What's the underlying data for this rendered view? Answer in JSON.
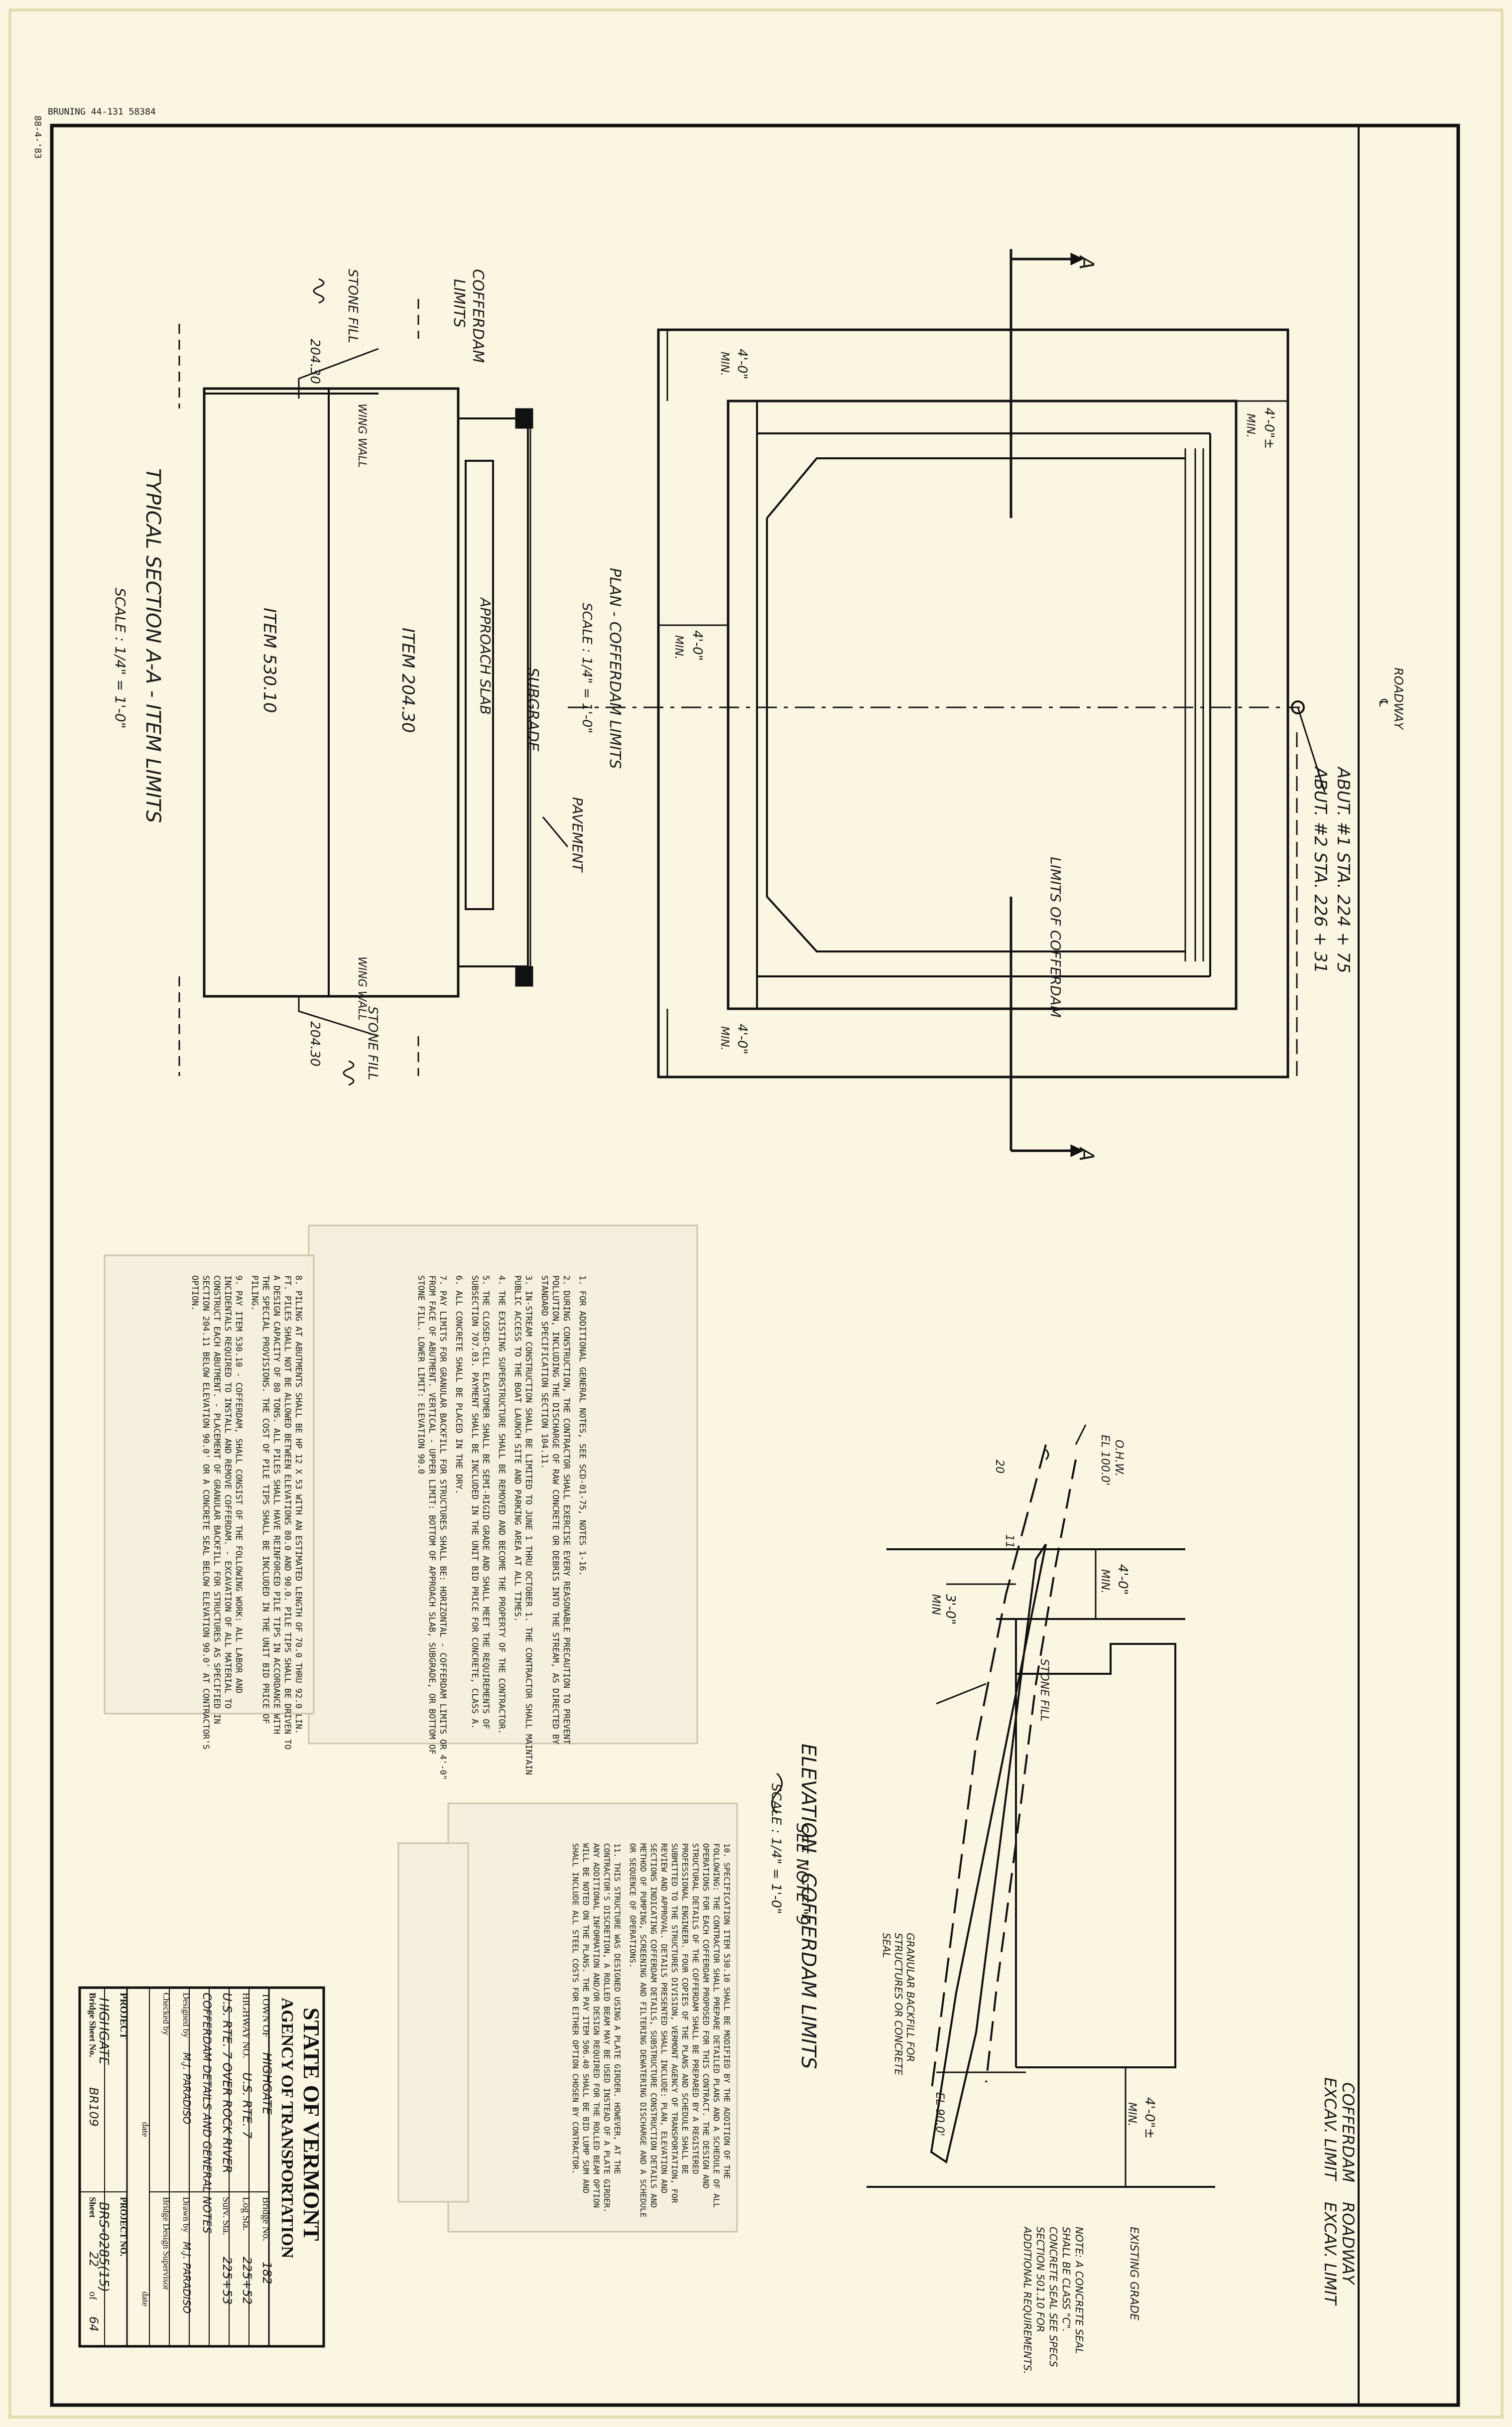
{
  "header": {
    "stamp": "BRUNING 44-131 58384",
    "side_code": "88-4-'83"
  },
  "plan": {
    "title": "PLAN - COFFERDAM LIMITS",
    "scale": "SCALE : 1/4\" = 1'-0\"",
    "roadway_label": "ROADWAY",
    "roadway_cl": "℄",
    "abut1": "ABUT. #1 STA. 224 + 75",
    "abut2": "ABUT. #2 STA. 226 + 31",
    "section_mark": "A",
    "dim_top_left": "4'-0\"",
    "dim_top_left_min": "MIN.",
    "dim_top_right": "4'-0\"±",
    "dim_top_right_min": "MIN.",
    "dim_mid": "4'-0\"",
    "dim_mid_min": "MIN.",
    "dim_bottom": "4'-0\"",
    "dim_bottom_min": "MIN.",
    "limits_label": "LIMITS OF COFFERDAM"
  },
  "section": {
    "title": "TYPICAL SECTION A-A - ITEM LIMITS",
    "scale": "SCALE : 1/4\" = 1'-0\"",
    "cofferdam": "COFFERDAM",
    "limits": "LIMITS",
    "stone_fill": "STONE FILL",
    "wing_wall": "WING WALL",
    "item_204": "204.30",
    "pavement": "PAVEMENT",
    "subgrade": "SUBGRADE",
    "approach_slab": "APPROACH SLAB",
    "item_20430": "ITEM 204.30",
    "item_53010": "ITEM 530.10"
  },
  "elevation": {
    "title": "ELEVATION - COFFERDAM LIMITS",
    "scale": "SCALE : 1/4\" = 1'-0\"",
    "cofferdam_excav": "COFFERDAM",
    "excav_limit": "EXCAV. LIMIT",
    "roadway_excav": "ROADWAY",
    "roadway_excav_limit": "EXCAV. LIMIT",
    "ohw": "O.H.W.",
    "ohw_el": "EL 100.0'",
    "dim_4_min": "4'-0\"",
    "dim_4_min_label": "MIN.",
    "dim_3_min": "3'-0\"",
    "dim_3_min_label": "MIN",
    "stone_fill": "STONE FILL",
    "see_note": "SEE NOTE \"9",
    "granular": "GRANULAR BACKFILL FOR STRUCTURES OR CONCRETE SEAL",
    "el_90": "EL 90.0'",
    "dim_4_pm": "4'-0\"±",
    "dim_4_pm_min": "MIN.",
    "existing_grade": "EXISTING GRADE",
    "note_a": "NOTE: A CONCRETE SEAL SHALL BE CLASS \"C\". CONCRETE SEAL SEE SPECS SECTION 501.10 FOR ADDITIONAL REQUIREMENTS.",
    "twenty": "20",
    "eleven": "11"
  },
  "notes": {
    "n1": "1.  FOR ADDITIONAL GENERAL NOTES, SEE SCD-01-75, NOTES 1-16.",
    "n2": "2.  DURING CONSTRUCTION, THE CONTRACTOR SHALL EXERCISE EVERY REASONABLE PRECAUTION TO PREVENT POLLUTION, INCLUDING THE DISCHARGE OF RAW CONCRETE OR DEBRIS INTO THE STREAM, AS DIRECTED BY STANDARD SPECIFICATION SECTION 104.11.",
    "n3": "3.  IN-STREAM CONSTRUCTION SHALL BE LIMITED TO JUNE 1 THRU OCTOBER 1. THE CONTRACTOR SHALL MAINTAIN PUBLIC ACCESS TO THE BOAT LAUNCH SITE AND PARKING AREA AT ALL TIMES.",
    "n4": "4.  THE EXISTING SUPERSTRUCTURE SHALL BE REMOVED AND BECOME THE PROPERTY OF THE CONTRACTOR.",
    "n5": "5.  THE CLOSED-CELL ELASTOMER SHALL BE SEMI-RIGID GRADE AND SHALL MEET THE REQUIREMENTS OF SUBSECTION 707.03. PAYMENT SHALL BE INCLUDED IN THE UNIT BID PRICE FOR CONCRETE, CLASS A.",
    "n6": "6.  ALL CONCRETE SHALL BE PLACED IN THE DRY.",
    "n7": "7.  PAY LIMITS FOR GRANULAR BACKFILL FOR STRUCTURES SHALL BE: HORIZONTAL - COFFERDAM LIMITS OR 4'-0\" FROM FACE OF ABUTMENT. VERTICAL - UPPER LIMIT: BOTTOM OF APPROACH SLAB, SUBGRADE, OR BOTTOM OF STONE FILL. LOWER LIMIT: ELEVATION 90.0",
    "n8": "8.  PILING AT ABUTMENTS SHALL BE HP 12 X 53 WITH AN ESTIMATED LENGTH OF 70.0 THRU 92.0 LIN. FT. PILES SHALL NOT BE ALLOWED BETWEEN ELEVATIONS 80.0 AND 90.0. PILE TIPS SHALL BE DRIVEN TO A DESIGN CAPACITY OF 80 TONS. ALL PILES SHALL HAVE REINFORCED PILE TIPS IN ACCORDANCE WITH THE SPECIAL PROVISIONS. THE COST OF PILE TIPS SHALL BE INCLUDED IN THE UNIT BID PRICE OF PILING.",
    "n9": "9.  PAY ITEM 530.10 - COFFERDAM, SHALL CONSIST OF THE FOLLOWING WORK: ALL LABOR AND INCIDENTALS REQUIRED TO INSTALL AND REMOVE COFFERDAM. - EXCAVATION OF ALL MATERIAL TO CONSTRUCT EACH ABUTMENT. - PLACEMENT OF GRANULAR BACKFILL FOR STRUCTURES AS SPECIFIED IN SECTION 204.11 BELOW ELEVATION 90.0' OR A CONCRETE SEAL BELOW ELEVATION 90.0' AT CONTRACTOR'S OPTION.",
    "n10": "10. SPECIFICATION ITEM 530.10 SHALL BE MODIFIED BY THE ADDITION OF THE FOLLOWING: THE CONTRACTOR SHALL PREPARE DETAILED PLANS AND A SCHEDULE OF ALL OPERATIONS FOR EACH COFFERDAM PROPOSED FOR THIS CONTRACT. THE DESIGN AND STRUCTURAL DETAILS OF THE COFFERDAM SHALL BE PREPARED BY A REGISTERED PROFESSIONAL ENGINEER. FOUR COPIES OF THE PLANS AND SCHEDULE SHALL BE SUBMITTED TO THE STRUCTURES DIVISION, VERMONT AGENCY OF TRANSPORTATION, FOR REVIEW AND APPROVAL. DETAILS PRESENTED SHALL INCLUDE: PLAN, ELEVATION AND SECTIONS INDICATING COFFERDAM DETAILS, SUBSTRUCTURE CONSTRUCTION DETAILS AND METHOD OF PUMPING, SCREENING AND FILTERING DEWATERING DISCHARGE AND A SCHEDULE OR SEQUENCE OF OPERATIONS.",
    "n11": "11. THIS STRUCTURE WAS DESIGNED USING A PLATE GIRDER. HOWEVER, AT THE CONTRACTOR'S DISCRETION, A ROLLED BEAM MAY BE USED INSTEAD OF A PLATE GIRDER. ANY ADDITIONAL INFORMATION AND/OR DESIGN REQUIRED FOR THE ROLLED BEAM OPTION WILL BE NOTED ON THE PLANS. THE PAY ITEM 506.40 SHALL BE BID LUMP SUM AND SHALL INCLUDE ALL STEEL COSTS FOR EITHER OPTION CHOSEN BY CONTRACTOR."
  },
  "title_block": {
    "state": "STATE OF VERMONT",
    "agency": "AGENCY OF TRANSPORTATION",
    "town_label": "TOWN OF",
    "town": "HIGHGATE",
    "bridge_no_label": "Bridge No.",
    "bridge_no": "182",
    "highway_label": "HIGHWAY NO.",
    "highway": "U.S. RTE. 7",
    "log_label": "Log Sta.",
    "log": "225+52",
    "surv_label": "Surv. Sta.",
    "surv": "225+53",
    "desc1": "U.S. RTE. 7 OVER ROCK RIVER",
    "desc2": "COFFERDAM DETAILS AND GENERAL NOTES",
    "designed_label": "Designed by",
    "designed": "M.J. PARADISO",
    "drawn_label": "Drawn by",
    "drawn": "M.J. PARADISO",
    "checked_label": "Checked by",
    "supervisor_label": "Bridge Design Supervisor",
    "date_label": "date",
    "project_label": "PROJECT",
    "project": "HIGHGATE",
    "project_no_label": "PROJECT NO.",
    "project_no": "BRS-0285(15)",
    "sheet_label": "Bridge Sheet No.",
    "sheet_no": "BR109",
    "sheet_word": "Sheet",
    "sheet": "22",
    "of_word": "of",
    "total": "64"
  }
}
